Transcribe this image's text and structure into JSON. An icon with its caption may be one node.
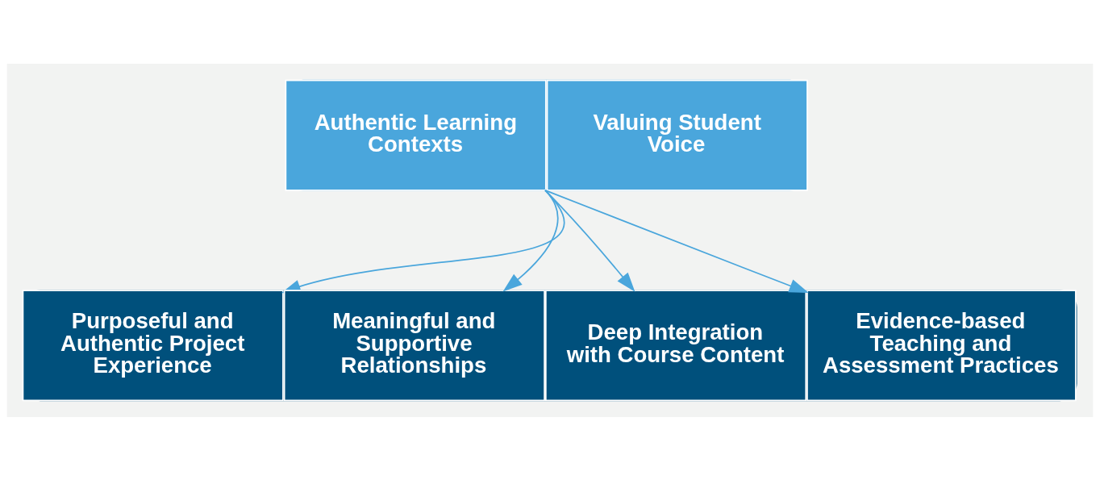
{
  "diagram": {
    "nodes": [
      {
        "text": [],
        "shape": "box"
      },
      {
        "text": [
          "Authentic Learning Contexts"
        ],
        "in": 0
      },
      {
        "text": [
          "Valuing Student Voice"
        ],
        "in": 0
      },
      {
        "text": [],
        "shape": "box"
      },
      {
        "text": [
          "Purposeful and Authentic Project Experience"
        ],
        "in": 3
      },
      {
        "text": [
          "Meaningful and Supportive Relationships"
        ],
        "in": 3
      },
      {
        "text": [
          "Deep Integration with Course Content"
        ],
        "in": 3
      },
      {
        "text": [
          "Evidence-based Teaching and Assessment Practices"
        ],
        "in": 3
      }
    ],
    "edges": [
      {
        "from": 0,
        "to": 4,
        "arrow": "to"
      },
      {
        "from": 0,
        "to": 5,
        "arrow": "to"
      },
      {
        "from": 0,
        "to": 6,
        "arrow": "to"
      },
      {
        "from": 0,
        "to": 7,
        "arrow": "to"
      }
    ]
  }
}
